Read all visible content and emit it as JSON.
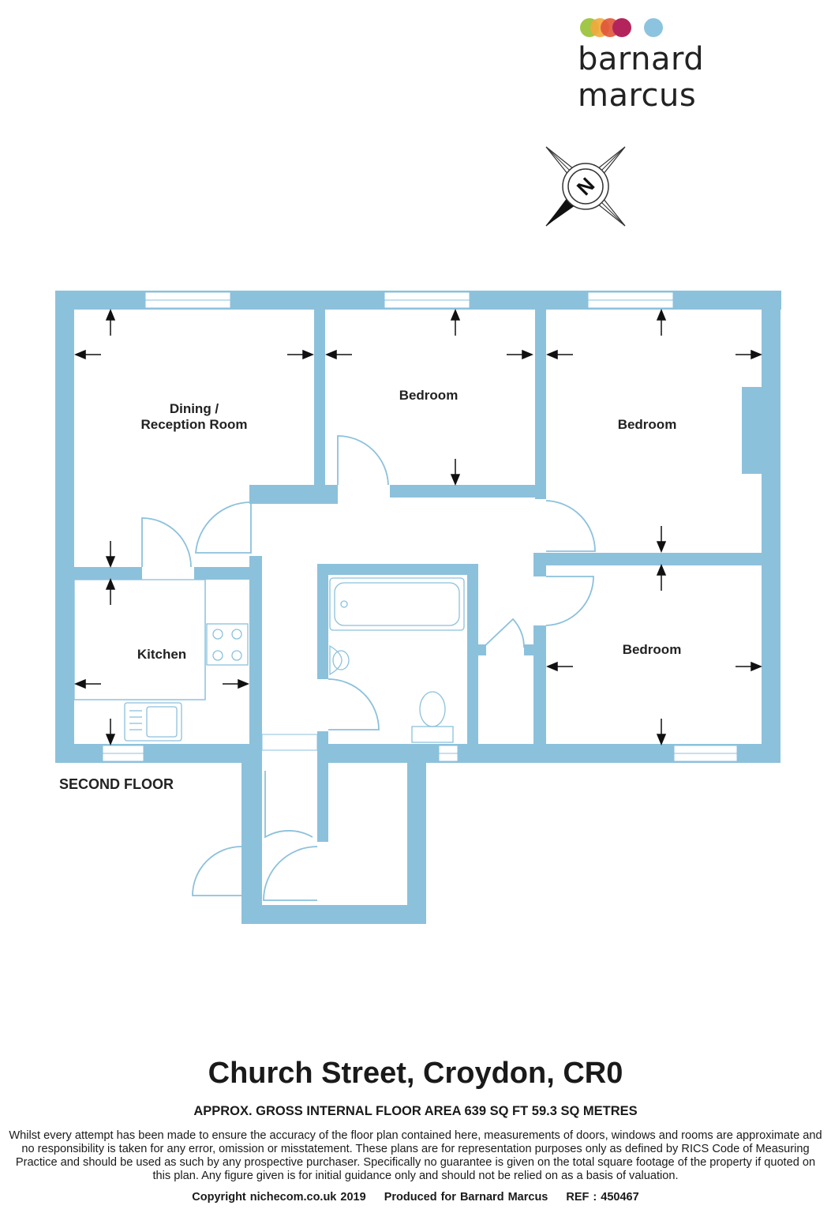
{
  "brand": {
    "name": "barnard marcus",
    "logo_colors": [
      "#9cc43e",
      "#f2a93b",
      "#e0553a",
      "#b4245c",
      "#8cc4df"
    ]
  },
  "compass": {
    "label": "N"
  },
  "floor": {
    "label": "SECOND FLOOR"
  },
  "rooms": {
    "dining_line1": "Dining /",
    "dining_line2": "Reception Room",
    "bedroom_1": "Bedroom",
    "bedroom_2": "Bedroom",
    "bedroom_3": "Bedroom",
    "kitchen": "Kitchen"
  },
  "colors": {
    "wall": "#8cc1dc",
    "fixture": "#8cc1dc"
  },
  "footer": {
    "title": "Church Street, Croydon, CR0",
    "area": "APPROX. GROSS INTERNAL FLOOR AREA 639 SQ FT 59.3 SQ METRES",
    "disclaimer": "Whilst every attempt has been made to ensure the accuracy of the floor plan contained here, measurements of doors, windows and rooms are approximate and no responsibility is taken for any error, omission or misstatement. These plans are for representation purposes only as defined by RICS Code of Measuring Practice and should be used as such by any prospective purchaser.  Specifically no guarantee is given on the total square footage of the property if quoted on this plan. Any figure given is for initial guidance only and should not be relied on as a basis of valuation.",
    "copyright": "Copyright nichecom.co.uk 2019",
    "produced": "Produced for Barnard Marcus",
    "ref": "REF : 450467"
  }
}
